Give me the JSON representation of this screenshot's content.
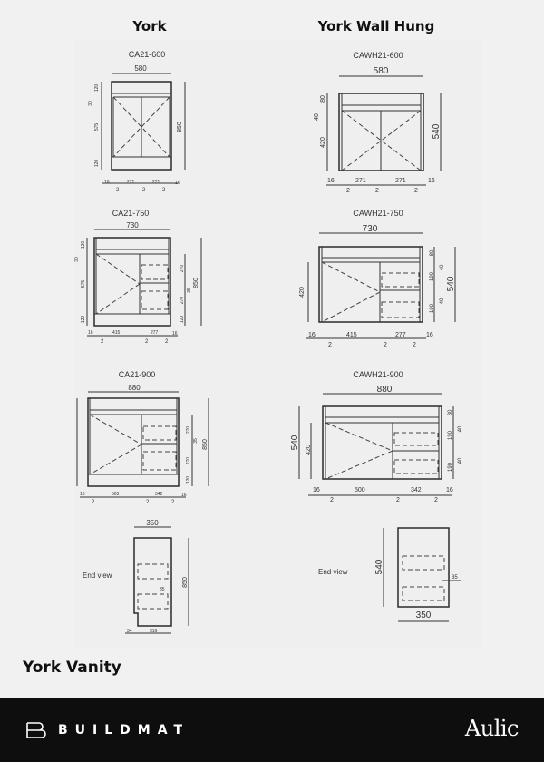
{
  "columns": {
    "left_title": "York",
    "right_title": "York Wall Hung"
  },
  "drawings": {
    "ca21_600": {
      "model": "CA21-600",
      "width": "580",
      "height": "850",
      "left_dims": [
        "120",
        "30",
        "575",
        "120"
      ],
      "bottom": [
        "16",
        "271",
        "271",
        "16"
      ],
      "gaps": [
        "2",
        "2",
        "2"
      ]
    },
    "cawh21_600": {
      "model": "CAWH21-600",
      "width": "580",
      "height": "540",
      "left_dims": [
        "80",
        "40",
        "420"
      ],
      "bottom": [
        "16",
        "271",
        "271",
        "16"
      ],
      "gaps": [
        "2",
        "2",
        "2"
      ]
    },
    "ca21_750": {
      "model": "CA21-750",
      "width": "730",
      "height": "850",
      "left_dims": [
        "120",
        "30",
        "575",
        "120"
      ],
      "right_dims": [
        "270",
        "35",
        "270",
        "120"
      ],
      "bottom": [
        "16",
        "415",
        "277",
        "16"
      ],
      "gaps": [
        "2",
        "2",
        "2"
      ]
    },
    "cawh21_750": {
      "model": "CAWH21-750",
      "width": "730",
      "height": "540",
      "left_dims": [
        "420"
      ],
      "right_dims": [
        "80",
        "40",
        "190",
        "40",
        "190"
      ],
      "bottom": [
        "16",
        "415",
        "277",
        "16"
      ],
      "gaps": [
        "2",
        "2",
        "2"
      ]
    },
    "ca21_900": {
      "model": "CA21-900",
      "width": "880",
      "height": "850",
      "right_dims": [
        "270",
        "35",
        "270",
        "120"
      ],
      "bottom": [
        "16",
        "503",
        "342",
        "16"
      ],
      "gaps": [
        "2",
        "2",
        "2"
      ]
    },
    "cawh21_900": {
      "model": "CAWH21-900",
      "width": "880",
      "height": "540",
      "left_dims": [
        "540",
        "420"
      ],
      "right_dims": [
        "80",
        "40",
        "190",
        "40",
        "190"
      ],
      "bottom": [
        "16",
        "500",
        "342",
        "16"
      ],
      "gaps": [
        "2",
        "2",
        "2"
      ]
    },
    "end_view_floor": {
      "label": "End view",
      "width": "350",
      "height": "850",
      "drawer_inset": "35",
      "bottom": [
        "34",
        "316"
      ]
    },
    "end_view_wall": {
      "label": "End view",
      "width": "350",
      "height": "540",
      "drawer_inset": "35"
    }
  },
  "page_heading": "York Vanity",
  "footer": {
    "brand_left": "BUILDMAT",
    "brand_right": "Aulic",
    "background": "#0f0e0e"
  }
}
